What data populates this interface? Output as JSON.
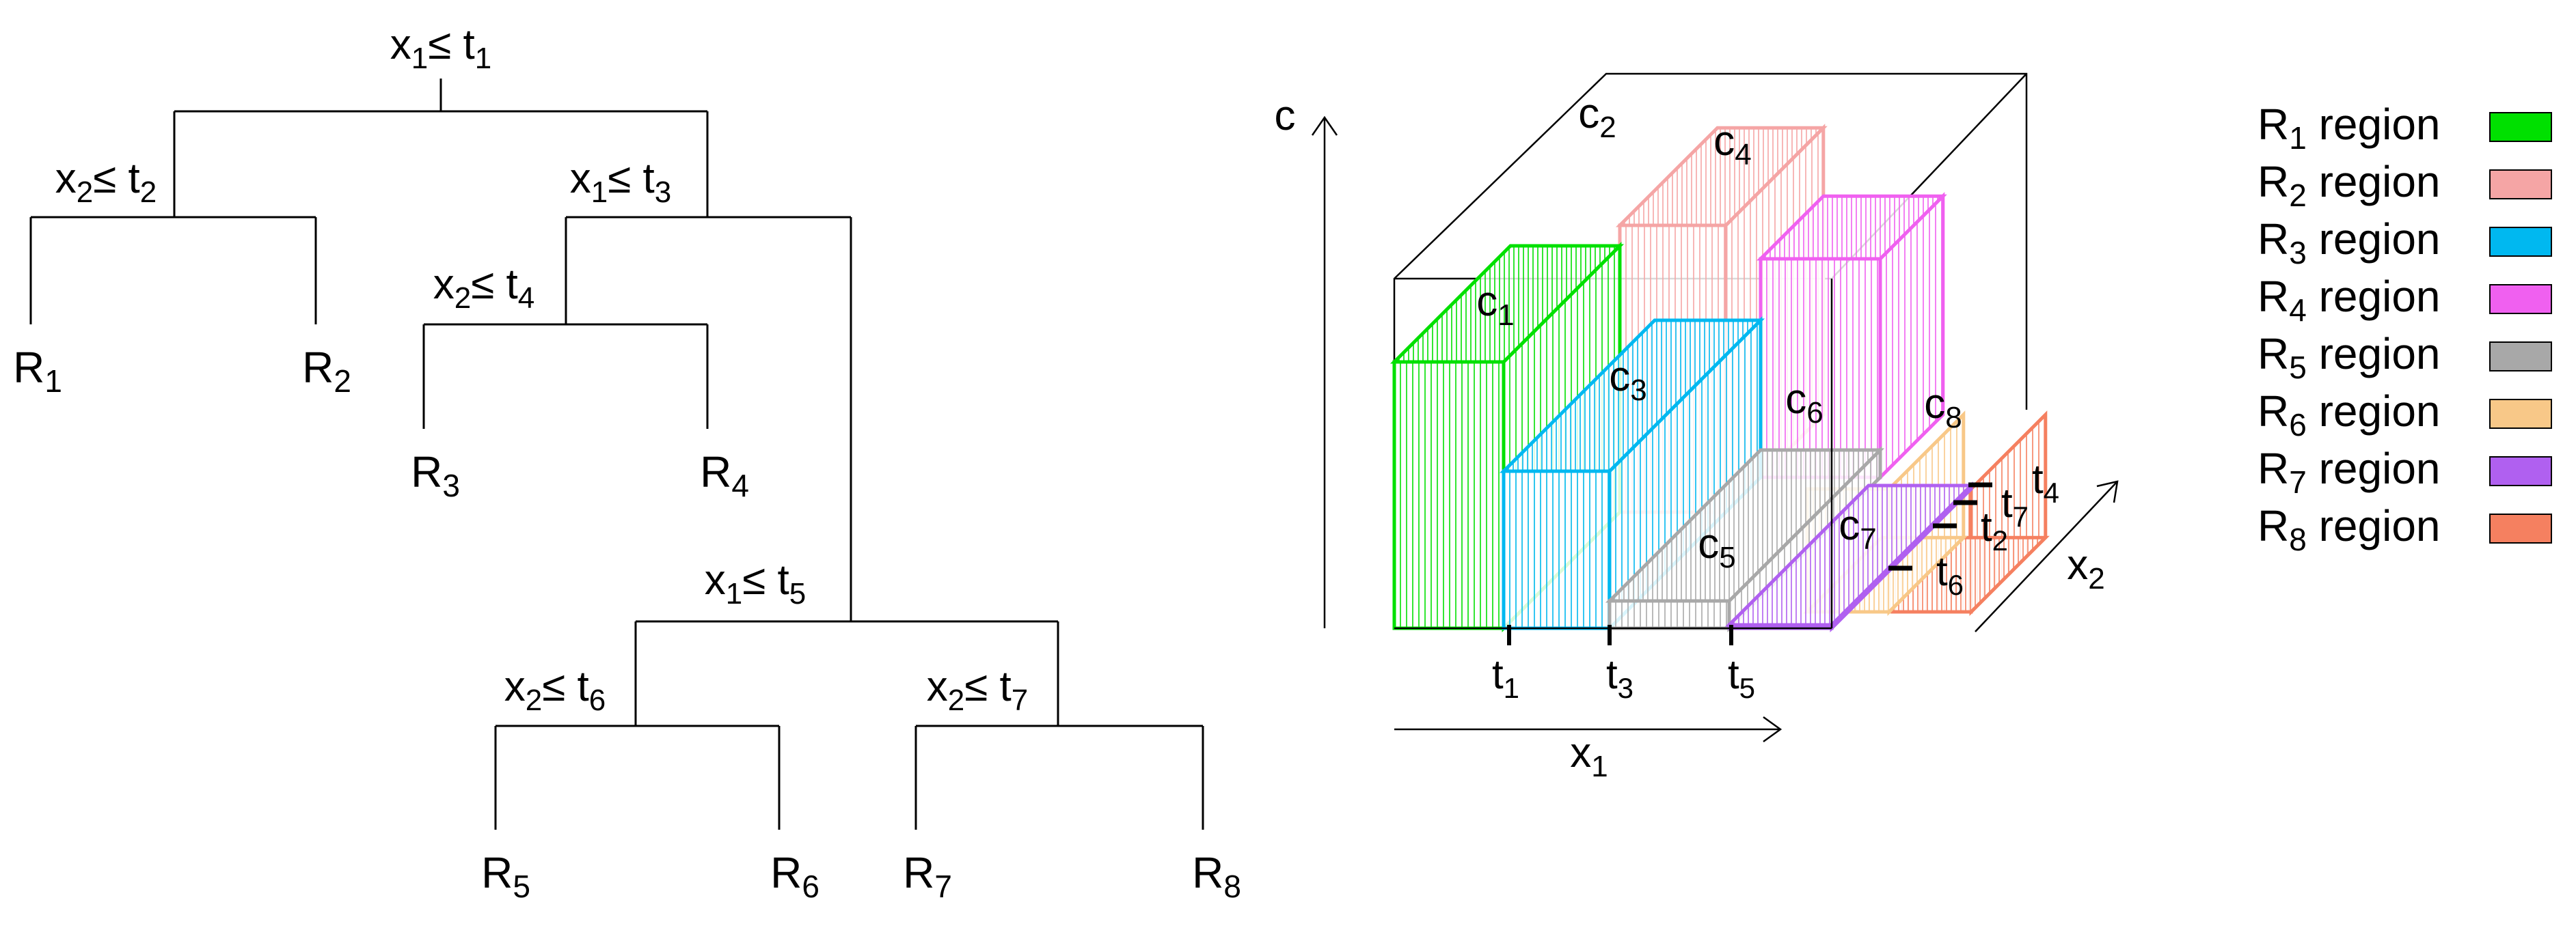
{
  "tree": {
    "splits": [
      {
        "id": "s1",
        "var": "x",
        "var_sub": "1",
        "op": "≤ ",
        "thr": "t",
        "thr_sub": "1"
      },
      {
        "id": "s2",
        "var": "x",
        "var_sub": "2",
        "op": "≤ ",
        "thr": "t",
        "thr_sub": "2"
      },
      {
        "id": "s3",
        "var": "x",
        "var_sub": "1",
        "op": "≤ ",
        "thr": "t",
        "thr_sub": "3"
      },
      {
        "id": "s4",
        "var": "x",
        "var_sub": "2",
        "op": "≤ ",
        "thr": "t",
        "thr_sub": "4"
      },
      {
        "id": "s5",
        "var": "x",
        "var_sub": "1",
        "op": "≤ ",
        "thr": "t",
        "thr_sub": "5"
      },
      {
        "id": "s6",
        "var": "x",
        "var_sub": "2",
        "op": "≤ ",
        "thr": "t",
        "thr_sub": "6"
      },
      {
        "id": "s7",
        "var": "x",
        "var_sub": "2",
        "op": "≤ ",
        "thr": "t",
        "thr_sub": "7"
      }
    ],
    "leaves": [
      {
        "id": "R1",
        "base": "R",
        "sub": "1"
      },
      {
        "id": "R2",
        "base": "R",
        "sub": "2"
      },
      {
        "id": "R3",
        "base": "R",
        "sub": "3"
      },
      {
        "id": "R4",
        "base": "R",
        "sub": "4"
      },
      {
        "id": "R5",
        "base": "R",
        "sub": "5"
      },
      {
        "id": "R6",
        "base": "R",
        "sub": "6"
      },
      {
        "id": "R7",
        "base": "R",
        "sub": "7"
      },
      {
        "id": "R8",
        "base": "R",
        "sub": "8"
      }
    ]
  },
  "plot3d": {
    "axis_c": {
      "base": "c",
      "sub": ""
    },
    "axis_x1": {
      "base": "x",
      "sub": "1"
    },
    "axis_x2": {
      "base": "x",
      "sub": "2"
    },
    "x1_ticks": [
      {
        "id": "t1",
        "base": "t",
        "sub": "1"
      },
      {
        "id": "t3",
        "base": "t",
        "sub": "3"
      },
      {
        "id": "t5",
        "base": "t",
        "sub": "5"
      }
    ],
    "x2_ticks": [
      {
        "id": "t4",
        "base": "t",
        "sub": "4"
      },
      {
        "id": "t7",
        "base": "t",
        "sub": "7"
      },
      {
        "id": "t2",
        "base": "t",
        "sub": "2"
      },
      {
        "id": "t6",
        "base": "t",
        "sub": "6"
      }
    ],
    "regions": [
      {
        "id": "R1",
        "value_label": "c",
        "value_sub": "1",
        "color": "#00e000"
      },
      {
        "id": "R2",
        "value_label": "c",
        "value_sub": "2",
        "color": "#f5a5a5"
      },
      {
        "id": "R3",
        "value_label": "c",
        "value_sub": "3",
        "color": "#00b8f0"
      },
      {
        "id": "R4",
        "value_label": "c",
        "value_sub": "4",
        "color": "#f060f0"
      },
      {
        "id": "R5",
        "value_label": "c",
        "value_sub": "5",
        "color": "#a8a8a8"
      },
      {
        "id": "R6",
        "value_label": "c",
        "value_sub": "6",
        "color": "#f8c888"
      },
      {
        "id": "R7",
        "value_label": "c",
        "value_sub": "7",
        "color": "#b060f0"
      },
      {
        "id": "R8",
        "value_label": "c",
        "value_sub": "8",
        "color": "#f58060"
      }
    ]
  },
  "legend": {
    "items": [
      {
        "id": "R1",
        "base": "R",
        "sub": "1",
        "suffix": " region",
        "color": "#00e000"
      },
      {
        "id": "R2",
        "base": "R",
        "sub": "2",
        "suffix": " region",
        "color": "#f5a5a5"
      },
      {
        "id": "R3",
        "base": "R",
        "sub": "3",
        "suffix": " region",
        "color": "#00b8f0"
      },
      {
        "id": "R4",
        "base": "R",
        "sub": "4",
        "suffix": " region",
        "color": "#f060f0"
      },
      {
        "id": "R5",
        "base": "R",
        "sub": "5",
        "suffix": " region",
        "color": "#a8a8a8"
      },
      {
        "id": "R6",
        "base": "R",
        "sub": "6",
        "suffix": " region",
        "color": "#f8c888"
      },
      {
        "id": "R7",
        "base": "R",
        "sub": "7",
        "suffix": " region",
        "color": "#b060f0"
      },
      {
        "id": "R8",
        "base": "R",
        "sub": "8",
        "suffix": " region",
        "color": "#f58060"
      }
    ]
  }
}
